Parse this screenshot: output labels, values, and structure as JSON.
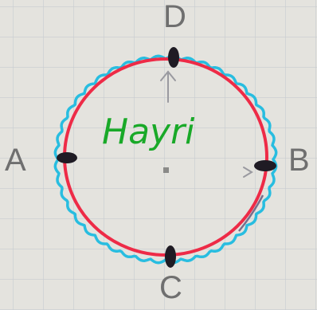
{
  "drawing": {
    "name": "Hayri",
    "points": [
      {
        "label": "A"
      },
      {
        "label": "B"
      },
      {
        "label": "C"
      },
      {
        "label": "D"
      }
    ]
  },
  "colors": {
    "paper": "#e4e3de",
    "grid": "#c7cbd0",
    "circle": "#ee2b47",
    "wavy_outline": "#28bde0",
    "name": "#19a928",
    "marker": "#1f1b24",
    "label": "#6f6f6f"
  }
}
